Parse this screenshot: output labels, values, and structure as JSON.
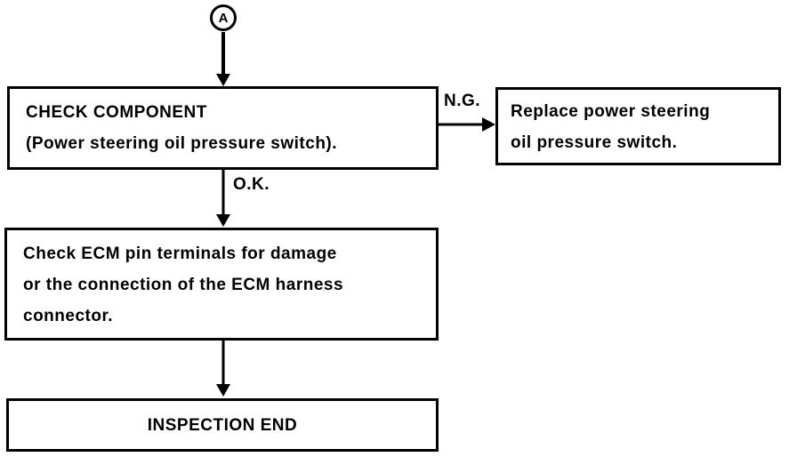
{
  "connector": {
    "label": "A"
  },
  "edge_labels": {
    "ng": "N.G.",
    "ok": "O.K."
  },
  "nodes": {
    "check_component": {
      "lines": [
        "CHECK COMPONENT",
        "(Power steering oil pressure switch)."
      ]
    },
    "replace_switch": {
      "lines": [
        "Replace power steering",
        "oil pressure switch."
      ]
    },
    "check_ecm": {
      "lines": [
        "Check ECM pin terminals for damage",
        "or the connection of the ECM harness",
        "connector."
      ]
    },
    "inspection_end": {
      "label": "INSPECTION END"
    }
  },
  "colors": {
    "ink": "#000000",
    "paper": "#ffffff"
  }
}
